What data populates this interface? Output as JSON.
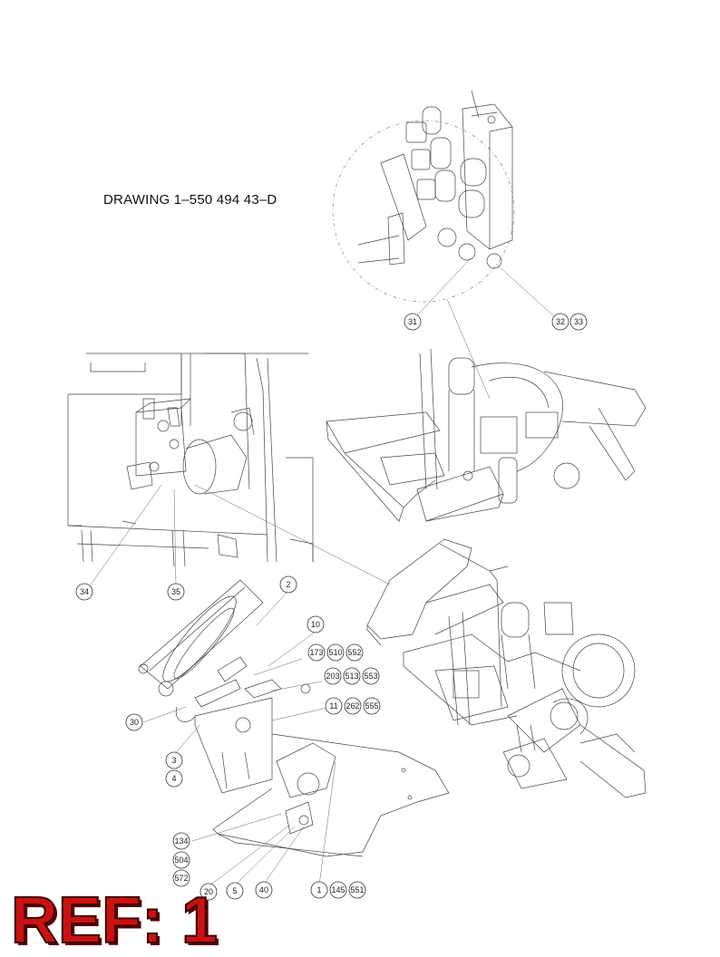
{
  "drawing_number": "DRAWING  1–550 494 43–D",
  "ref_label": "REF: 1",
  "callouts": [
    "31",
    "32",
    "33",
    "34",
    "35",
    "2",
    "10",
    "173",
    "510",
    "552",
    "203",
    "513",
    "553",
    "11",
    "262",
    "555",
    "30",
    "3",
    "4",
    "134",
    "504",
    "572",
    "20",
    "5",
    "40",
    "1",
    "145",
    "551"
  ]
}
